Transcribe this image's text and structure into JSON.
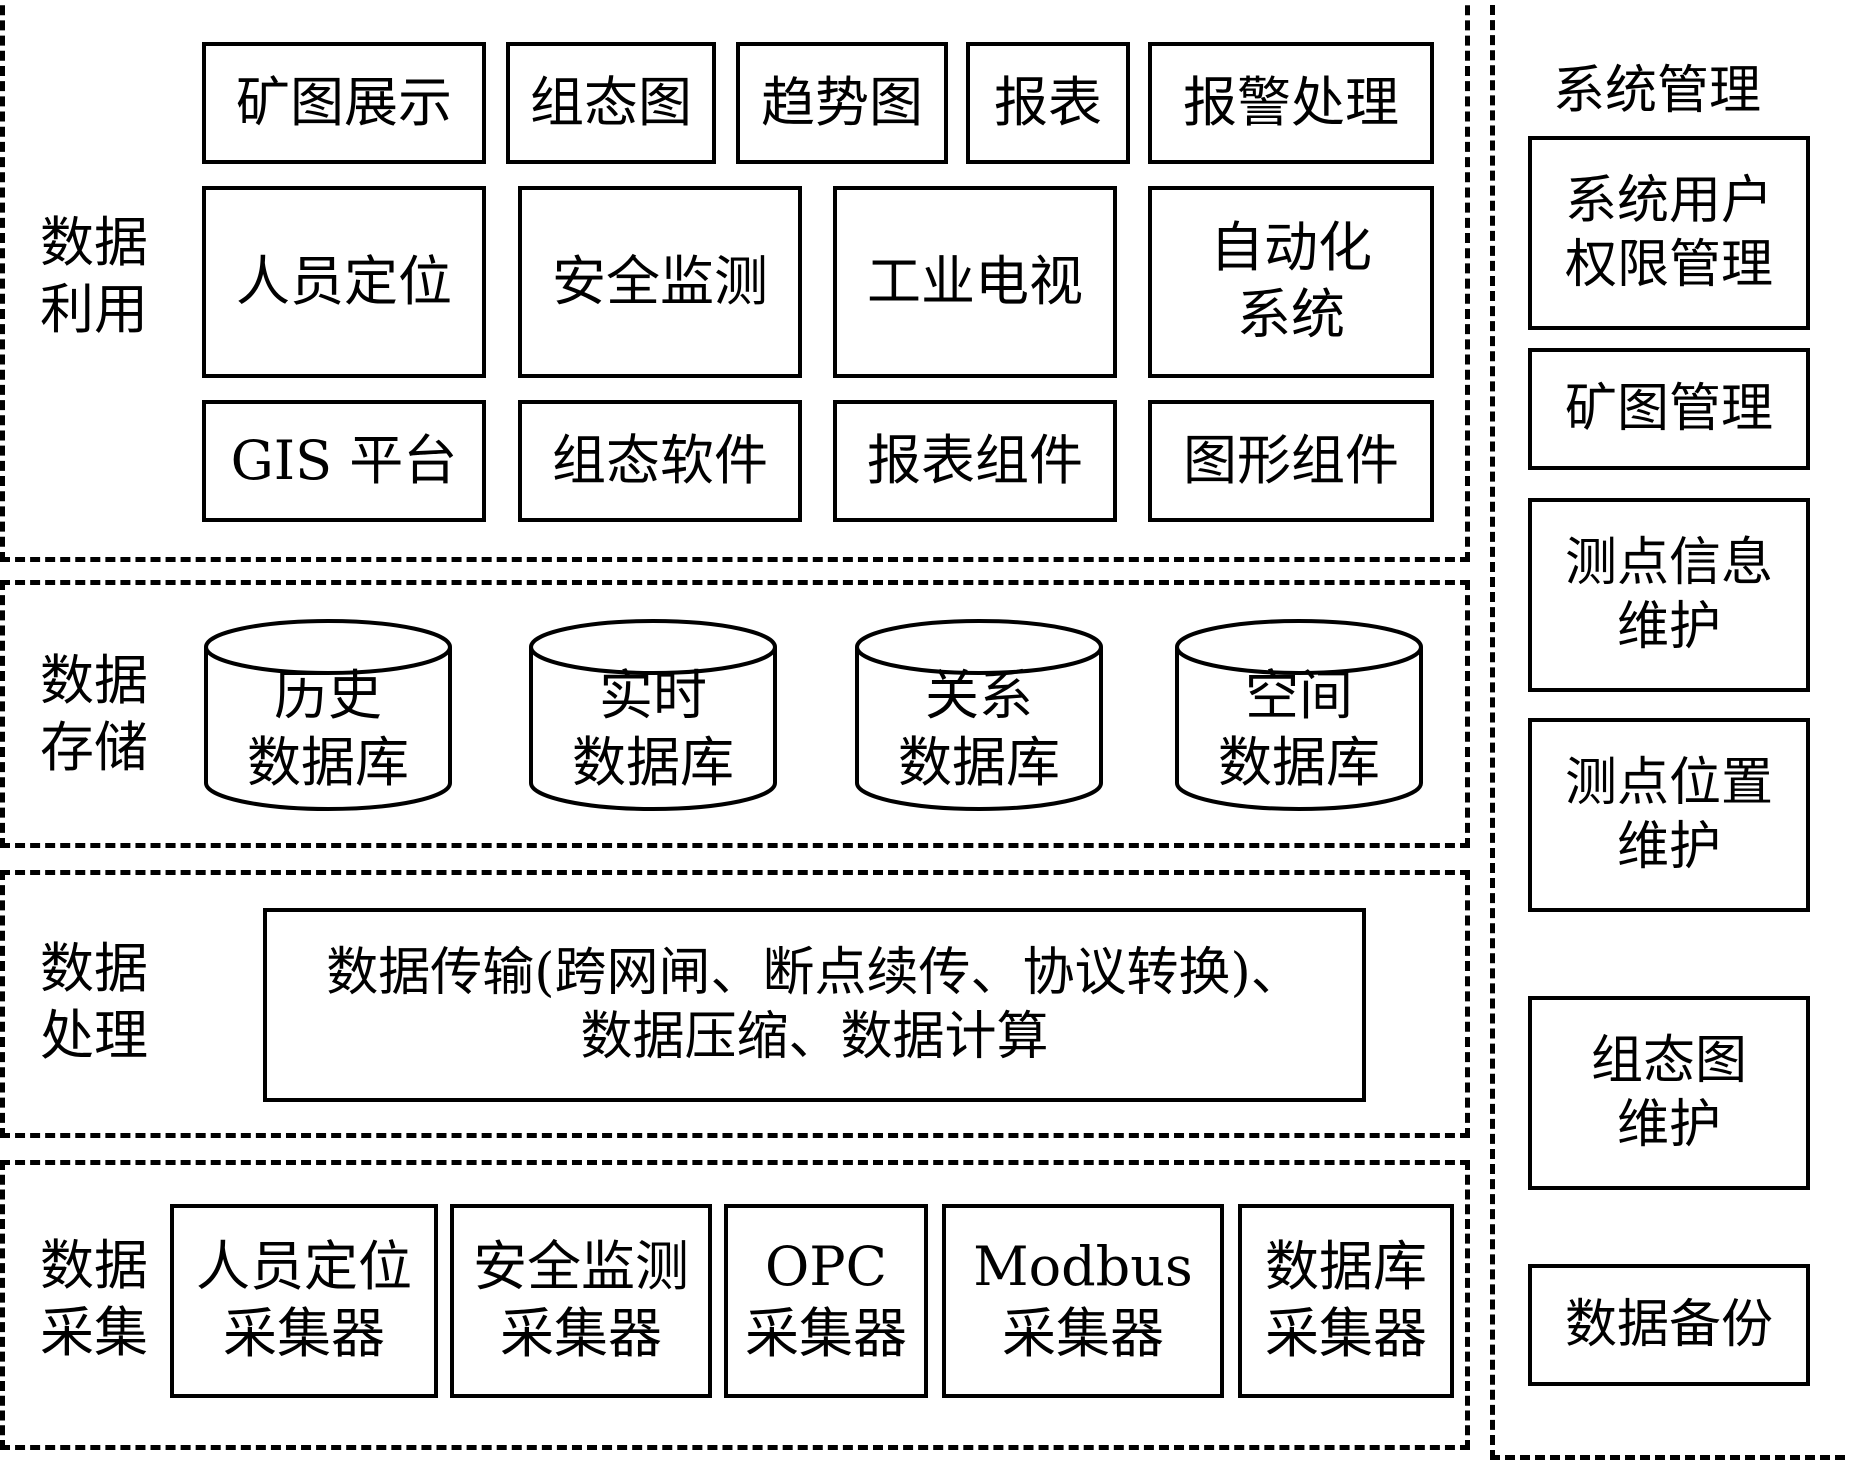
{
  "sections": {
    "utilization": {
      "label": "数据\n利用",
      "row1": [
        "矿图展示",
        "组态图",
        "趋势图",
        "报表",
        "报警处理"
      ],
      "row2": [
        "人员定位",
        "安全监测",
        "工业电视",
        "自动化\n系统"
      ],
      "row3": [
        "GIS 平台",
        "组态软件",
        "报表组件",
        "图形组件"
      ]
    },
    "storage": {
      "label": "数据\n存储",
      "databases": [
        "历史\n数据库",
        "实时\n数据库",
        "关系\n数据库",
        "空间\n数据库"
      ]
    },
    "processing": {
      "label": "数据\n处理",
      "content": "数据传输(跨网闸、断点续传、协议转换)、\n数据压缩、数据计算"
    },
    "acquisition": {
      "label": "数据\n采集",
      "collectors": [
        "人员定位\n采集器",
        "安全监测\n采集器",
        "OPC\n采集器",
        "Modbus\n采集器",
        "数据库\n采集器"
      ]
    }
  },
  "system_management": {
    "title": "系统管理",
    "items": [
      "系统用户\n权限管理",
      "矿图管理",
      "测点信息\n维护",
      "测点位置\n维护",
      "组态图\n维护",
      "数据备份"
    ]
  }
}
